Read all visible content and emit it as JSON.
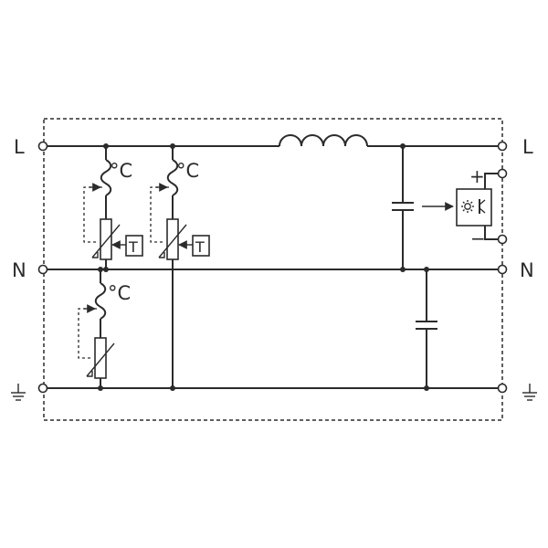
{
  "terminals": {
    "left": {
      "line": "L",
      "neutral": "N",
      "earth": "⏚"
    },
    "right": {
      "line": "L",
      "neutral": "N",
      "earth": "⏚"
    }
  },
  "thermal_fuses": {
    "label": "°C"
  },
  "thermal_indicators": {
    "label": "T"
  },
  "signal_output": {
    "plus": "+",
    "minus": "−"
  }
}
